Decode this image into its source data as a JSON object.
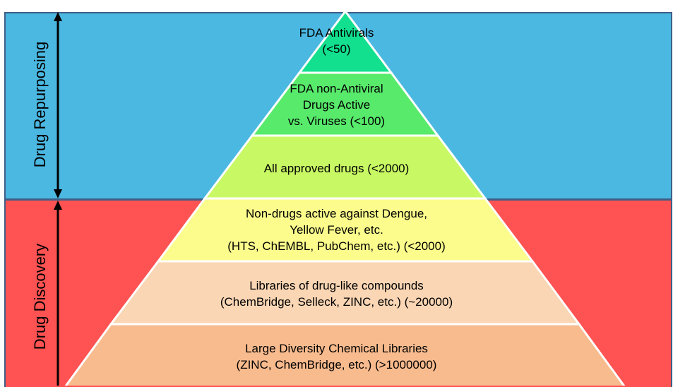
{
  "sections": {
    "upper": {
      "label": "Drug Repurposing",
      "color": "#4bb8e2"
    },
    "lower": {
      "label": "Drug Discovery",
      "color": "#ff5252"
    }
  },
  "tiers": [
    {
      "lines": [
        "FDA Antivirals",
        "(<50)"
      ],
      "color": "#12e08f"
    },
    {
      "lines": [
        "FDA non-Antiviral",
        "Drugs Active",
        "vs. Viruses (<100)"
      ],
      "color": "#58ea6b"
    },
    {
      "lines": [
        "All approved drugs (<2000)"
      ],
      "color": "#c8f864"
    },
    {
      "lines": [
        "Non-drugs active against Dengue,",
        "Yellow Fever, etc.",
        "(HTS, ChEMBL, PubChem, etc.) (<2000)"
      ],
      "color": "#fbfc8c"
    },
    {
      "lines": [
        "Libraries of drug-like compounds",
        "(ChemBridge, Selleck, ZINC,  etc.) (~20000)"
      ],
      "color": "#fad6b4"
    },
    {
      "lines": [
        "Large Diversity Chemical Libraries",
        "(ZINC, ChemBridge, etc.) (>1000000)"
      ],
      "color": "#f8bb8e"
    }
  ]
}
